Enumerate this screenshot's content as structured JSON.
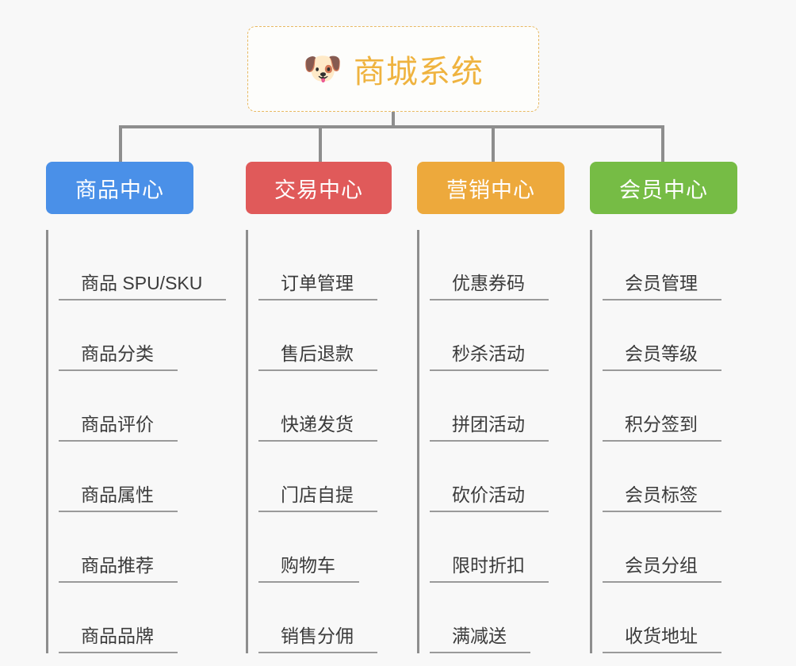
{
  "background_color": "#f8f8f8",
  "root": {
    "icon": "dog-face-emoji",
    "icon_glyph": "🐶",
    "title": "商城系统",
    "border_color": "#e8b962",
    "text_color": "#efb33f"
  },
  "connector_color": "#8e8e8e",
  "columns": [
    {
      "id": "product-center",
      "title": "商品中心",
      "color": "#4a90e8",
      "items": [
        "商品 SPU/SKU",
        "商品分类",
        "商品评价",
        "商品属性",
        "商品推荐",
        "商品品牌"
      ]
    },
    {
      "id": "trade-center",
      "title": "交易中心",
      "color": "#e05a5a",
      "items": [
        "订单管理",
        "售后退款",
        "快递发货",
        "门店自提",
        "购物车",
        "销售分佣"
      ]
    },
    {
      "id": "marketing-center",
      "title": "营销中心",
      "color": "#eda93c",
      "items": [
        "优惠券码",
        "秒杀活动",
        "拼团活动",
        "砍价活动",
        "限时折扣",
        "满减送"
      ]
    },
    {
      "id": "member-center",
      "title": "会员中心",
      "color": "#76bc45",
      "items": [
        "会员管理",
        "会员等级",
        "积分签到",
        "会员标签",
        "会员分组",
        "收货地址"
      ]
    }
  ]
}
